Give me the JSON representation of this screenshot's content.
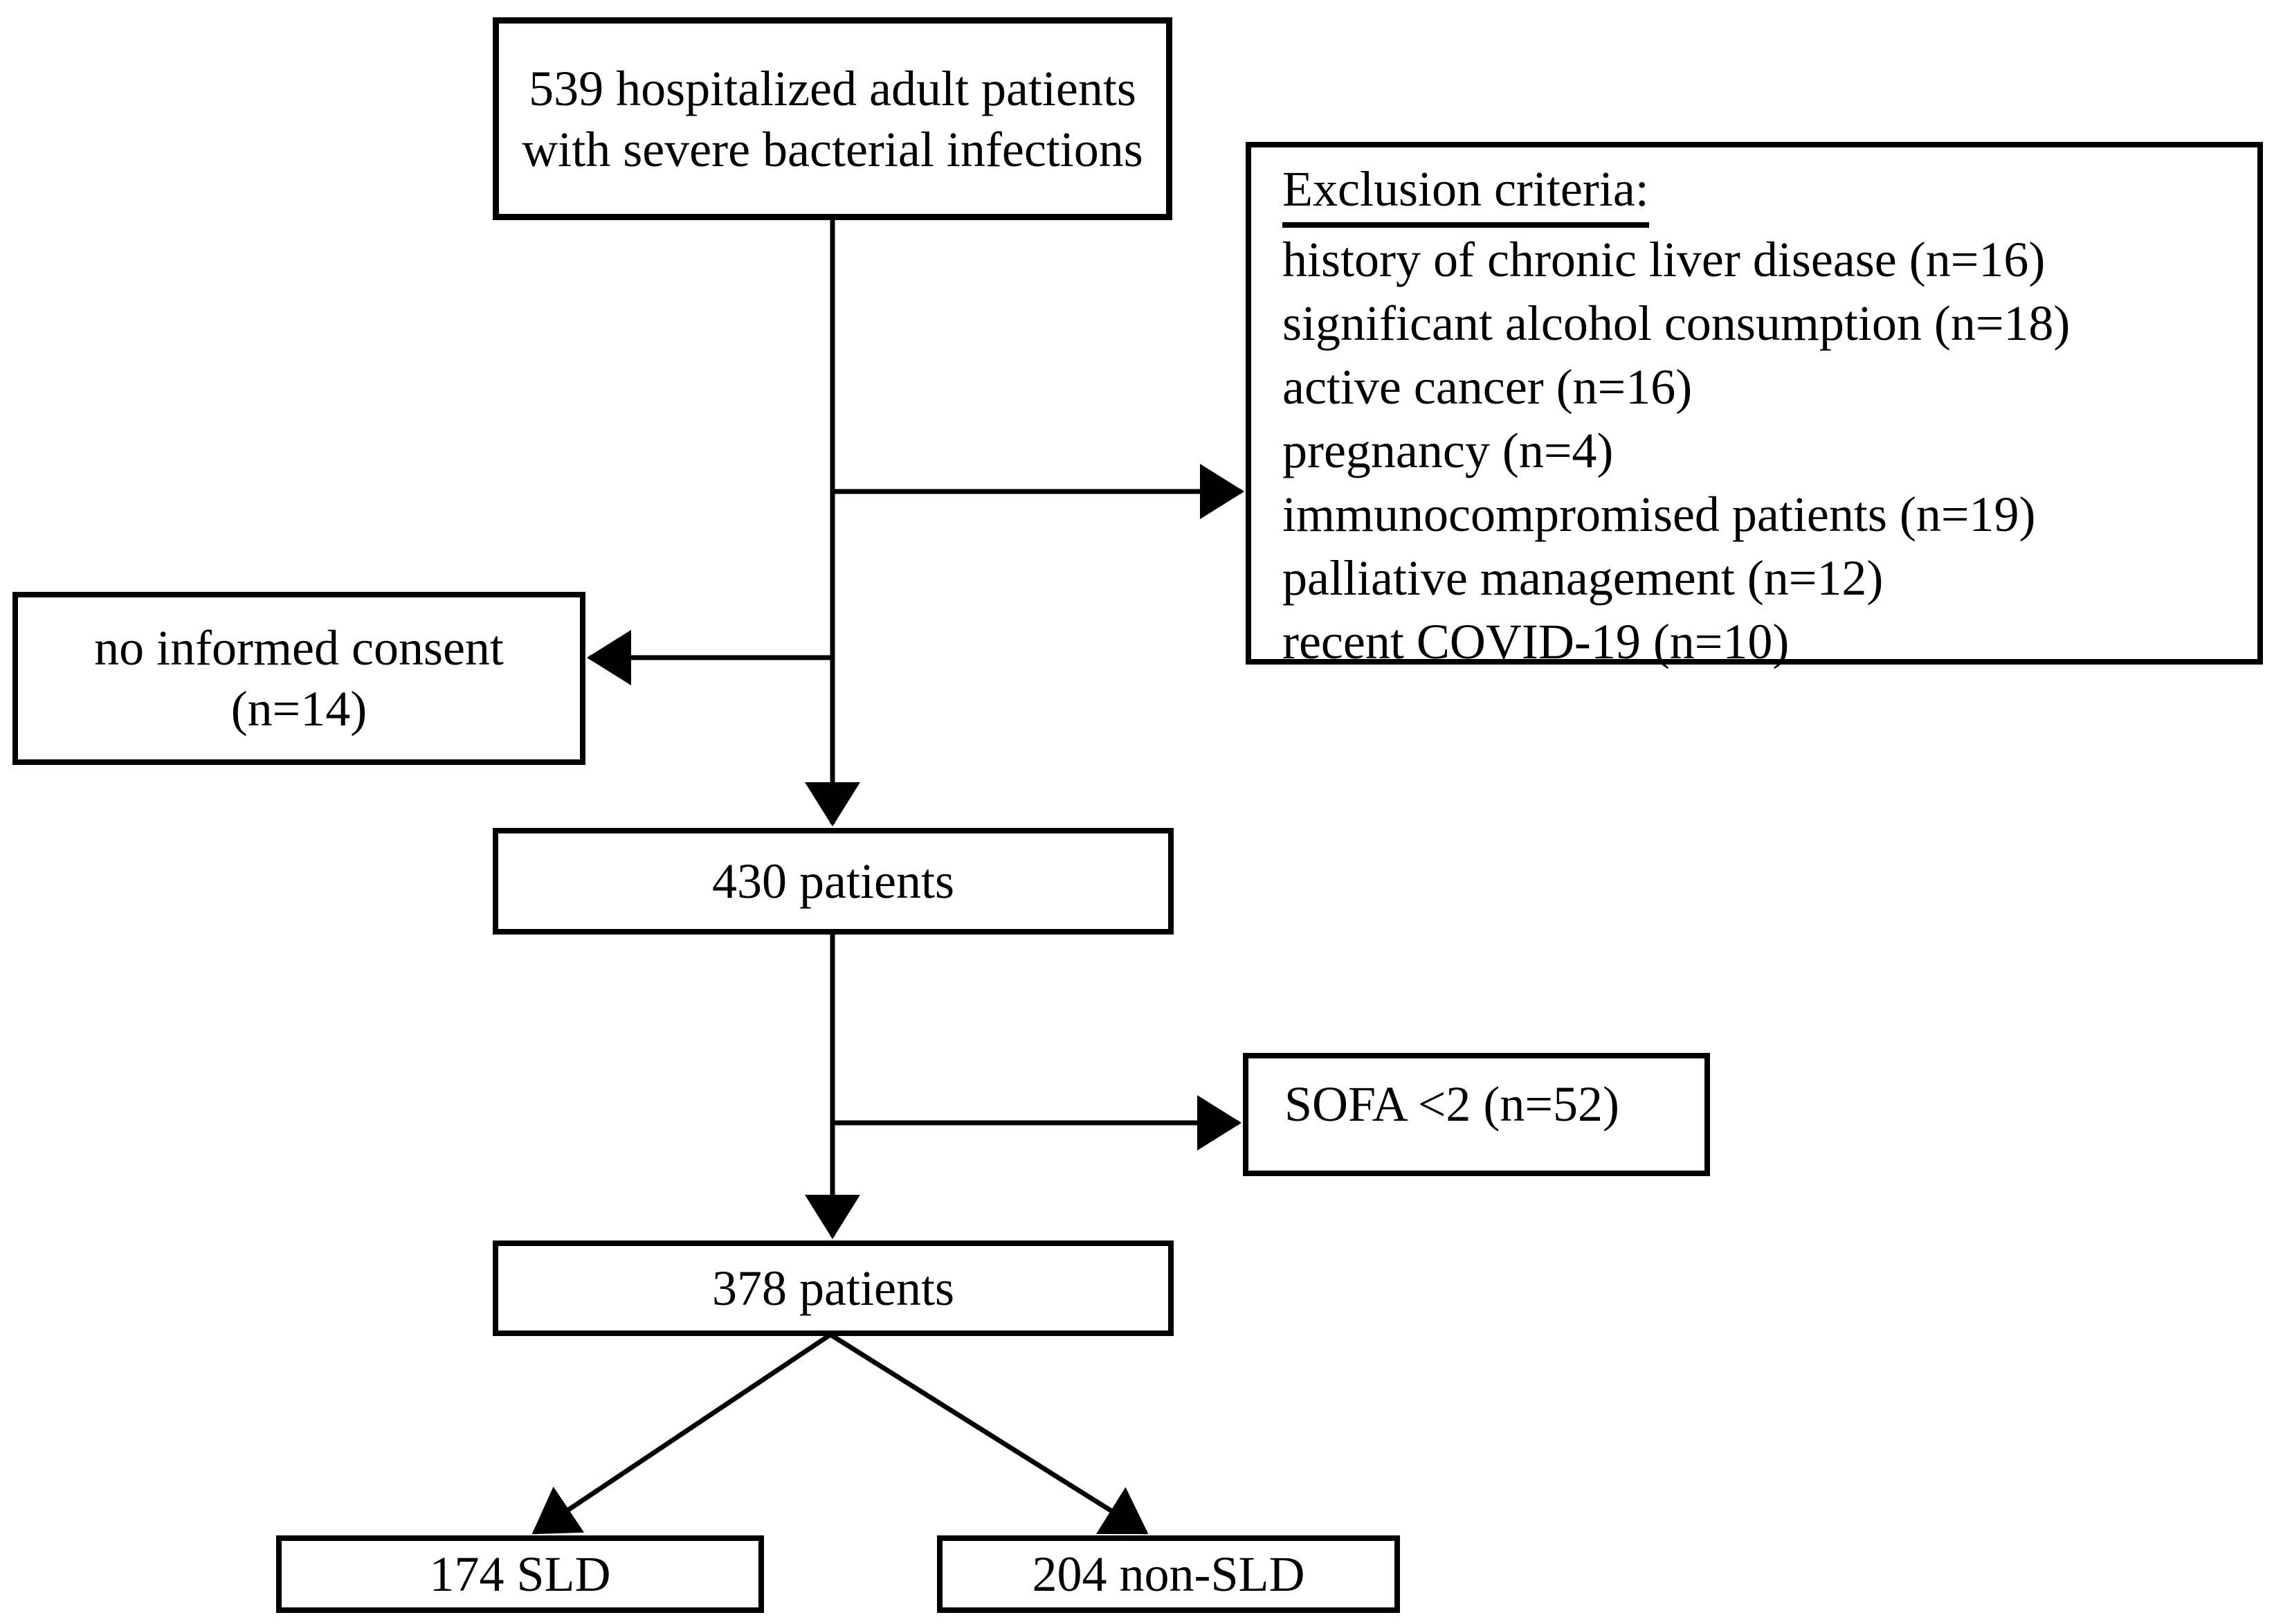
{
  "diagram": {
    "title": "Patient inclusion flow diagram",
    "top_box": "539 hospitalized adult patients with severe bacterial infections",
    "exclusion": {
      "heading": "Exclusion criteria:",
      "items": [
        "history of chronic liver disease (n=16)",
        "significant alcohol consumption (n=18)",
        "active cancer (n=16)",
        "pregnancy (n=4)",
        "immunocompromised patients (n=19)",
        "palliative management (n=12)",
        "recent COVID-19 (n=10)"
      ]
    },
    "no_consent_box": "no informed consent (n=14)",
    "box_430": "430 patients",
    "sofa_box": "SOFA <2 (n=52)",
    "box_378": "378 patients",
    "box_174": "174 SLD",
    "box_204": "204 non-SLD",
    "colors": {
      "line": "#000000",
      "background": "#ffffff"
    }
  }
}
